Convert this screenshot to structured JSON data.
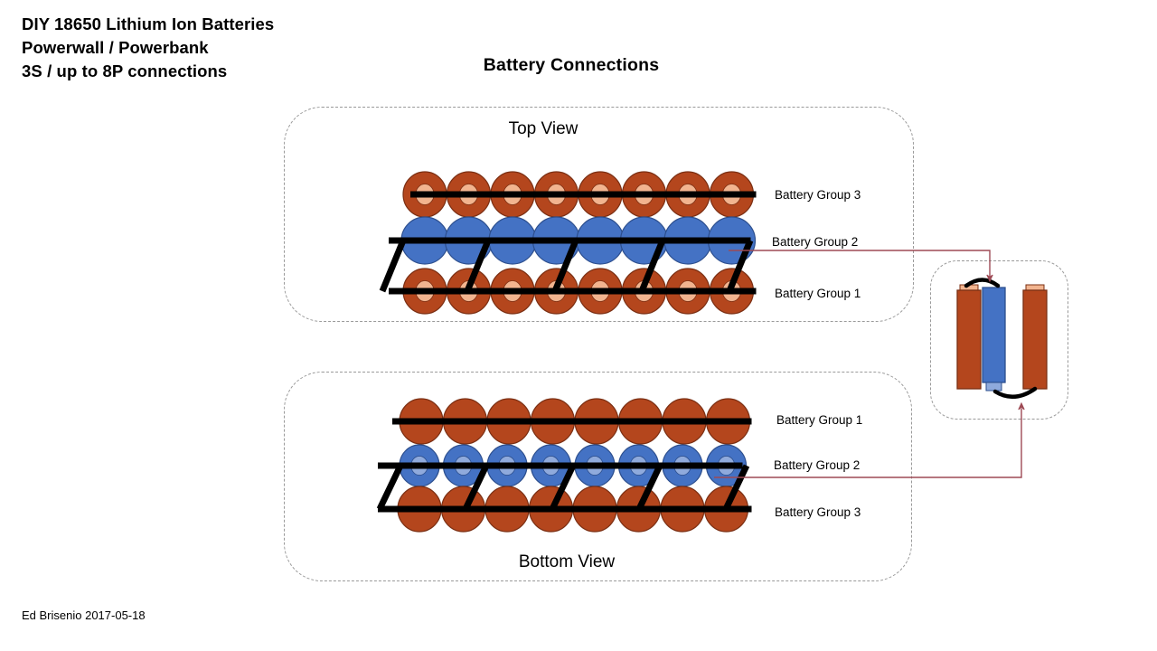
{
  "title_lines": [
    "DIY 18650 Lithium Ion Batteries",
    "Powerwall / Powerbank",
    "3S / up to 8P connections"
  ],
  "page_title": "Battery Connections",
  "footer": "Ed Brisenio 2017-05-18",
  "views": {
    "top": {
      "caption": "Top View",
      "rows": [
        {
          "label": "Battery Group 3",
          "color": "orange",
          "terminal": "positive"
        },
        {
          "label": "Battery Group 2",
          "color": "blue",
          "terminal": "negative"
        },
        {
          "label": "Battery Group 1",
          "color": "orange",
          "terminal": "positive"
        }
      ]
    },
    "bottom": {
      "caption": "Bottom View",
      "rows": [
        {
          "label": "Battery Group 1",
          "color": "orange",
          "terminal": "negative"
        },
        {
          "label": "Battery Group 2",
          "color": "blue",
          "terminal": "positive"
        },
        {
          "label": "Battery Group 3",
          "color": "orange",
          "terminal": "negative"
        }
      ]
    }
  },
  "cells_per_row": 8,
  "colors": {
    "cell_orange": "#b4461d",
    "cell_orange_inner": "#f2b48f",
    "cell_blue": "#4472c4",
    "cell_blue_inner": "#8faadc",
    "busbar": "#000000",
    "panel_border": "#9a9a9a",
    "connector": "#9e4a55",
    "background": "#ffffff"
  },
  "side_view": {
    "batteries": [
      {
        "color": "orange",
        "position": "left",
        "terminal_side": "top"
      },
      {
        "color": "blue",
        "position": "middle",
        "terminal_side": "bottom"
      },
      {
        "color": "orange",
        "position": "right",
        "terminal_side": "top"
      }
    ],
    "links": [
      "top-arc-left-to-middle",
      "bottom-arc-middle-to-right"
    ]
  },
  "connectors": [
    {
      "from": "top-view-battery-group-2",
      "to": "side-view-top"
    },
    {
      "from": "bottom-view-battery-group-2",
      "to": "side-view-bottom"
    }
  ]
}
